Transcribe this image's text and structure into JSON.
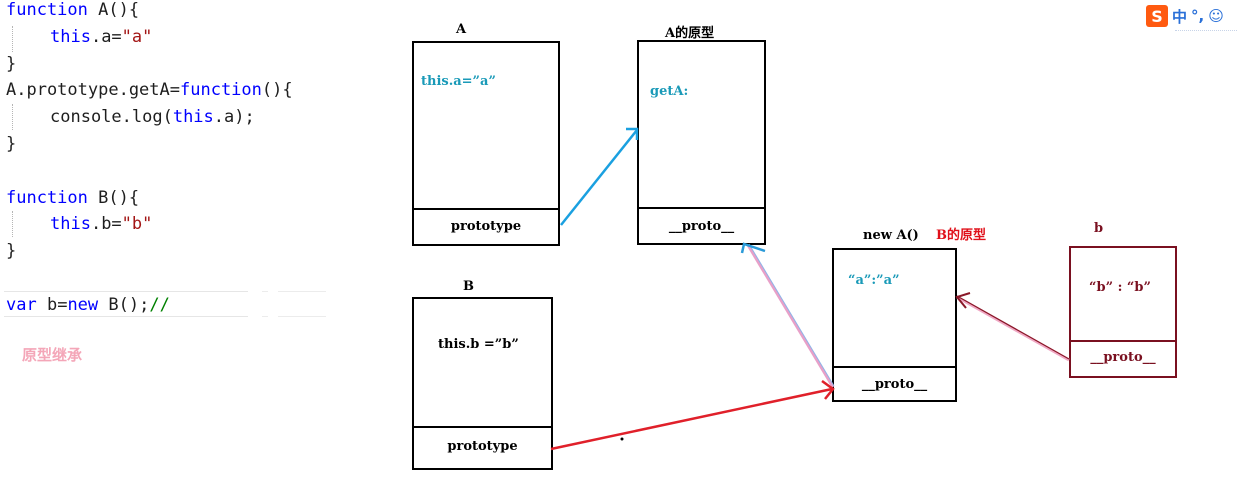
{
  "code": {
    "lines": [
      {
        "indent": false,
        "parts": [
          {
            "t": "function",
            "c": "kw"
          },
          {
            "t": " A(){",
            "c": ""
          }
        ]
      },
      {
        "indent": true,
        "parts": [
          {
            "t": "this",
            "c": "kw"
          },
          {
            "t": ".a=",
            "c": ""
          },
          {
            "t": "\"a\"",
            "c": "str"
          }
        ]
      },
      {
        "indent": false,
        "parts": [
          {
            "t": "}",
            "c": ""
          }
        ]
      },
      {
        "indent": false,
        "parts": [
          {
            "t": "A.prototype.getA=",
            "c": ""
          },
          {
            "t": "function",
            "c": "kw"
          },
          {
            "t": "(){",
            "c": ""
          }
        ]
      },
      {
        "indent": true,
        "parts": [
          {
            "t": "console.log(",
            "c": ""
          },
          {
            "t": "this",
            "c": "kw"
          },
          {
            "t": ".a);",
            "c": ""
          }
        ]
      },
      {
        "indent": false,
        "parts": [
          {
            "t": "}",
            "c": ""
          }
        ]
      },
      {
        "indent": false,
        "parts": []
      },
      {
        "indent": false,
        "parts": [
          {
            "t": "function",
            "c": "kw"
          },
          {
            "t": " B(){",
            "c": ""
          }
        ]
      },
      {
        "indent": true,
        "parts": [
          {
            "t": "this",
            "c": "kw"
          },
          {
            "t": ".b=",
            "c": ""
          },
          {
            "t": "\"b\"",
            "c": "str"
          }
        ]
      },
      {
        "indent": false,
        "parts": [
          {
            "t": "}",
            "c": ""
          }
        ]
      },
      {
        "indent": false,
        "parts": []
      },
      {
        "indent": false,
        "parts": [
          {
            "t": "var",
            "c": "kw"
          },
          {
            "t": " b=",
            "c": ""
          },
          {
            "t": "new",
            "c": "kw"
          },
          {
            "t": " B();",
            "c": ""
          },
          {
            "t": "//",
            "c": "cm"
          }
        ]
      }
    ],
    "note": "原型继承"
  },
  "diagram": {
    "boxA": {
      "label": "A",
      "content": "this.a=”a”",
      "cell": "prototype"
    },
    "boxAProto": {
      "label": "A的原型",
      "content": "getA:",
      "cell": "__proto__"
    },
    "boxB": {
      "label": "B",
      "content": "this.b =”b”",
      "cell": "prototype"
    },
    "boxNewA": {
      "label": "new A()",
      "label2": "B的原型",
      "content": "“a”:”a”",
      "cell": "__proto__"
    },
    "boxb": {
      "label": "b",
      "content": "“b” : “b”",
      "cell": "__proto__"
    }
  },
  "ime": {
    "logo": "S",
    "mode": "中",
    "punct": "°,",
    "emoji": "☺"
  },
  "colors": {
    "keyword": "#0000ff",
    "string": "#a31515",
    "comment": "#008000",
    "teal": "#1a9ab8",
    "red": "#e0101a",
    "maroon": "#7a1020",
    "pink": "#f4a6b8"
  }
}
